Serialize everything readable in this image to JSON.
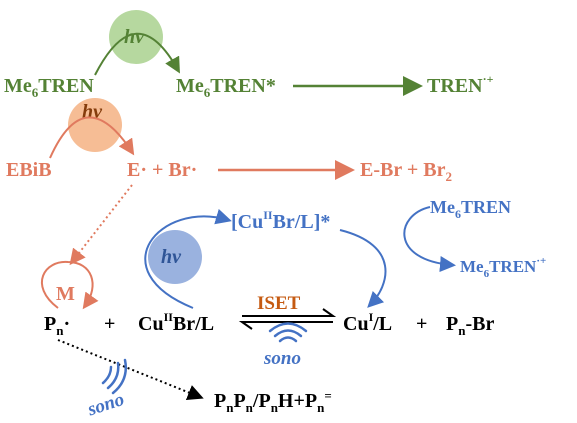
{
  "colors": {
    "green": "#548235",
    "green_circle": "#a9d18e",
    "orange": "#e07a5f",
    "orange_circle": "#f4b183",
    "blue": "#4472c4",
    "blue_circle": "#8faadc",
    "iset": "#c55a11",
    "black": "#000000"
  },
  "labels": {
    "hv": "hv",
    "me6tren_base": "Me",
    "me6tren_sub": "6",
    "me6tren_tail": "TREN",
    "me6tren_star_tail": "TREN*",
    "tren_radical": "TREN",
    "tren_radical_sup": "·+",
    "ebib": "EBiB",
    "e_radical": "E· + Br·",
    "ebr": "E-Br + Br",
    "ebr_sub": "2",
    "cu2_excited_open": "[Cu",
    "cu2_excited_sup": "II",
    "cu2_excited_close": "Br/L]*",
    "me6tren_right_tail": "TREN",
    "me6tren_radical_sup": "·+",
    "monomer": "M",
    "pn": "P",
    "pn_sub": "n",
    "pn_dot": "·",
    "plus": "+",
    "cu2br_l_pre": "Cu",
    "cu2br_l_sup": "II",
    "cu2br_l_post": "Br/L",
    "iset": "ISET",
    "sono": "sono",
    "cu1_pre": "Cu",
    "cu1_sup": "I",
    "cu1_post": "/L",
    "pnbr_tail": "-Br",
    "termination": "P",
    "termination_sub1": "n",
    "termination_mid1": "P",
    "termination_sub2": "n",
    "termination_mid2": "/P",
    "termination_sub3": "n",
    "termination_mid3": "H+P",
    "termination_sub4": "n",
    "termination_sup": "="
  }
}
